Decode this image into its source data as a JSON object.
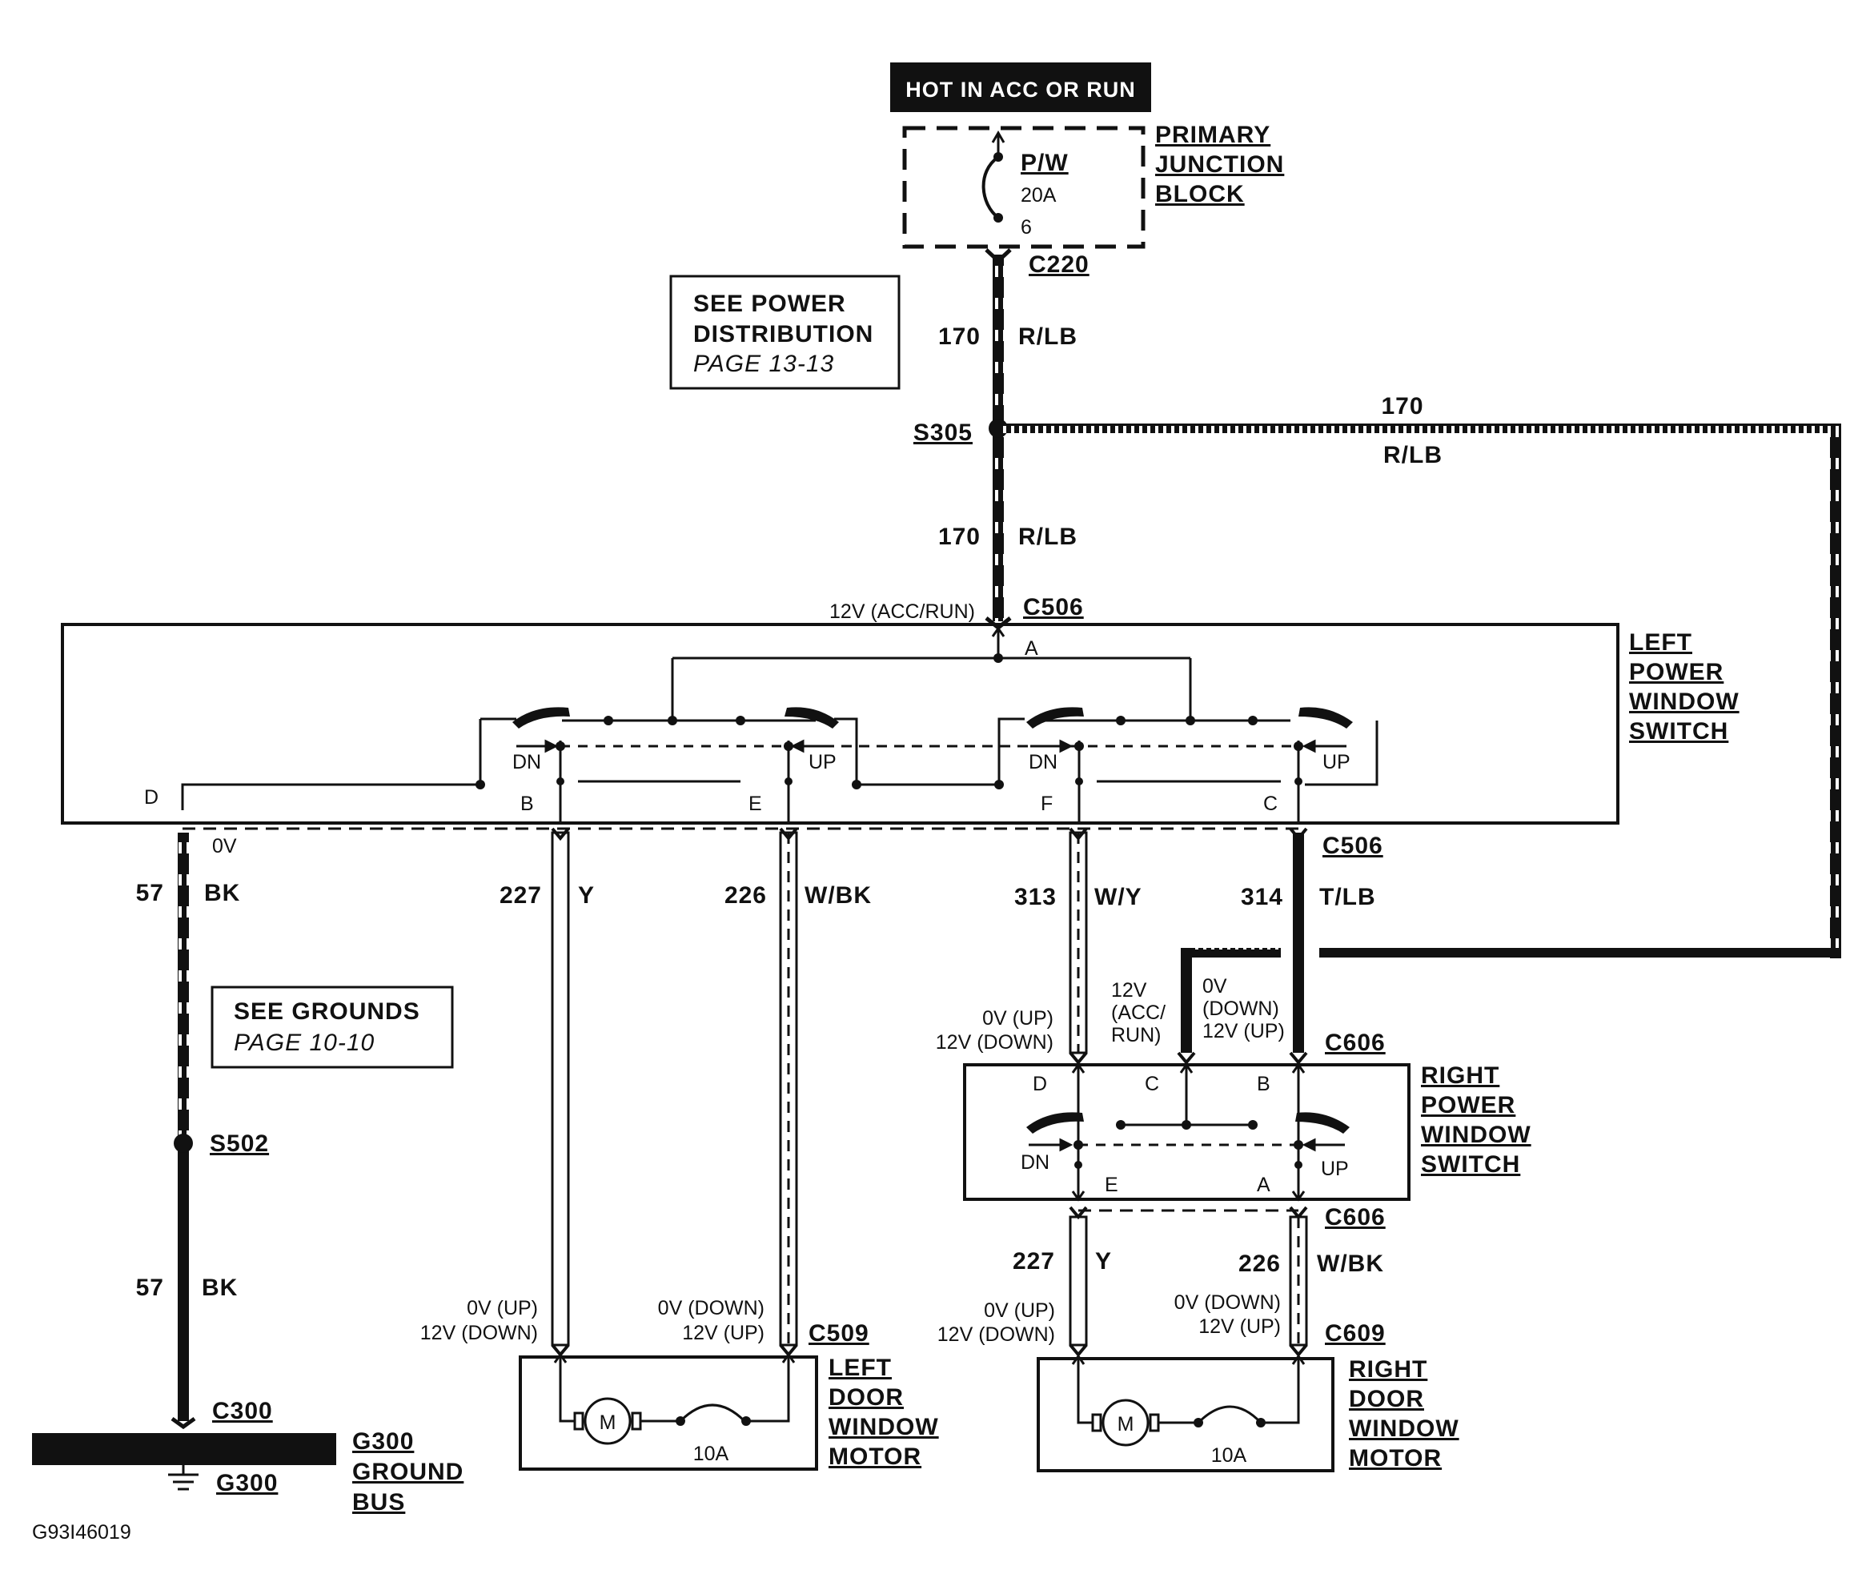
{
  "supply": {
    "header": "HOT IN ACC OR RUN"
  },
  "fuse": {
    "label": "P/W",
    "rating": "20A",
    "pin": "6"
  },
  "junction_block": [
    "PRIMARY",
    "JUNCTION",
    "BLOCK"
  ],
  "connectors": {
    "c220": "C220",
    "s305": "S305",
    "c506_top": "C506",
    "c506_bottom": "C506",
    "c606_top": "C606",
    "c606_bottom": "C606",
    "c509": "C509",
    "c609": "C609",
    "c300": "C300",
    "s502": "S502",
    "g300": "G300"
  },
  "power_distribution_ref": {
    "line1": "SEE POWER",
    "line2": "DISTRIBUTION",
    "line3": "PAGE 13-13"
  },
  "grounds_ref": {
    "line1": "SEE GROUNDS",
    "line2": "PAGE 10-10"
  },
  "wires": {
    "w170_upper": {
      "circuit": "170",
      "color": "R/LB"
    },
    "w170_lower": {
      "circuit": "170",
      "color": "R/LB"
    },
    "w170_right": {
      "circuit": "170",
      "color": "R/LB"
    },
    "w57_upper": {
      "circuit": "57",
      "color": "BK"
    },
    "w57_lower": {
      "circuit": "57",
      "color": "BK"
    },
    "w227_left": {
      "circuit": "227",
      "color": "Y"
    },
    "w226_left": {
      "circuit": "226",
      "color": "W/BK"
    },
    "w313": {
      "circuit": "313",
      "color": "W/Y"
    },
    "w314": {
      "circuit": "314",
      "color": "T/LB"
    },
    "w227_right": {
      "circuit": "227",
      "color": "Y"
    },
    "w226_right": {
      "circuit": "226",
      "color": "W/BK"
    }
  },
  "voltages": {
    "c506_supply": "12V (ACC/RUN)",
    "ground_0v": "0V",
    "v_up0_a": "0V (UP)",
    "v_down12_a": "12V (DOWN)",
    "v_down0_a": "0V (DOWN)",
    "v_up12_a": "12V (UP)",
    "v_up0_b": "0V (UP)",
    "v_down12_b": "12V (DOWN)",
    "v_down0_b": "0V (DOWN)",
    "v_up12_b": "12V (UP)",
    "v_up0_c": "0V (UP)",
    "v_down12_c": "12V (DOWN)",
    "acc_12v": "12V",
    "acc_paren": "(ACC/",
    "acc_run": "RUN)",
    "right_0v": "0V",
    "right_down": "(DOWN)",
    "right_12v_up": "12V (UP)"
  },
  "left_switch": {
    "title": [
      "LEFT",
      "POWER",
      "WINDOW",
      "SWITCH"
    ],
    "pins": {
      "a": "A",
      "b": "B",
      "c": "C",
      "d": "D",
      "e": "E",
      "f": "F"
    },
    "dn1": "DN",
    "up1": "UP",
    "dn2": "DN",
    "up2": "UP"
  },
  "right_switch": {
    "title": [
      "RIGHT",
      "POWER",
      "WINDOW",
      "SWITCH"
    ],
    "pins": {
      "d": "D",
      "c": "C",
      "b": "B",
      "e": "E",
      "a": "A"
    },
    "dn": "DN",
    "up": "UP"
  },
  "left_motor": {
    "title": [
      "LEFT",
      "DOOR",
      "WINDOW",
      "MOTOR"
    ],
    "motor": "M",
    "breaker": "10A"
  },
  "right_motor": {
    "title": [
      "RIGHT",
      "DOOR",
      "WINDOW",
      "MOTOR"
    ],
    "motor": "M",
    "breaker": "10A"
  },
  "ground_bus": [
    "G300",
    "GROUND",
    "BUS"
  ],
  "figure_id": "G93I46019"
}
